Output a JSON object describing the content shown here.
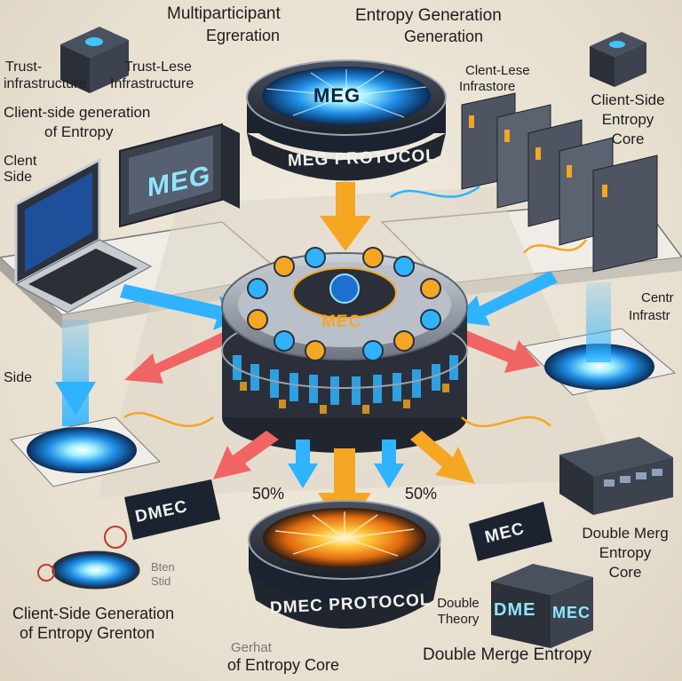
{
  "labels": {
    "multiparticipant": "Multiparticipant",
    "egreration": "Egreration",
    "entropy_generation": "Entropy Generation",
    "generation": "Generation",
    "trust": "Trust-",
    "infrastructure_left": "infrastructure",
    "trust_lese": "Trust-Lese",
    "infrastructure_top": "Infrastructure",
    "client_side_generation": "Client-side generation",
    "of_entropy": "of Entropy",
    "clent": "Clent",
    "side": "Side",
    "client_lese": "Clent-Lese",
    "infrastore": "Infrastore",
    "client_side_entropy": "Client-Side",
    "entropy": "Entropy",
    "core": "Core",
    "centr": "Centr",
    "infrastr": "Infrastr",
    "side_left": "Side",
    "percent_left": "50%",
    "percent_right": "50%",
    "double_merg": "Double Merg",
    "entropy_core_right": "Entropy",
    "core_right": "Core",
    "bten": "Bten",
    "stid": "Stid",
    "client_side_generation_bottom": "Client-Side Generation",
    "of_entropy_grenton": "of Entropy Grenton",
    "gerhat": "Gerhat",
    "of_entropy_core": "of Entropy Core",
    "double": "Double",
    "theory": "Theory",
    "double_merge_entropy": "Double Merge Entropy"
  },
  "badges": {
    "meg_top": "MEG",
    "meg_protocol": "MEG PROTOCOL",
    "meg_monitor": "MEG",
    "mec_core": "MEC",
    "dmec": "DMEC",
    "mec_right": "MEC",
    "dmec_protocol": "DMEC PROTOCOL",
    "dme_box": "DME",
    "mec_box": "MEC"
  },
  "colors": {
    "blue_beam": "#2fb3ff",
    "glow_cyan": "#8fe6ff",
    "orange_arrow": "#f5a623",
    "red_arrow": "#f06464",
    "dark_metal": "#2a2f3a",
    "platform": "#f0ede6"
  }
}
